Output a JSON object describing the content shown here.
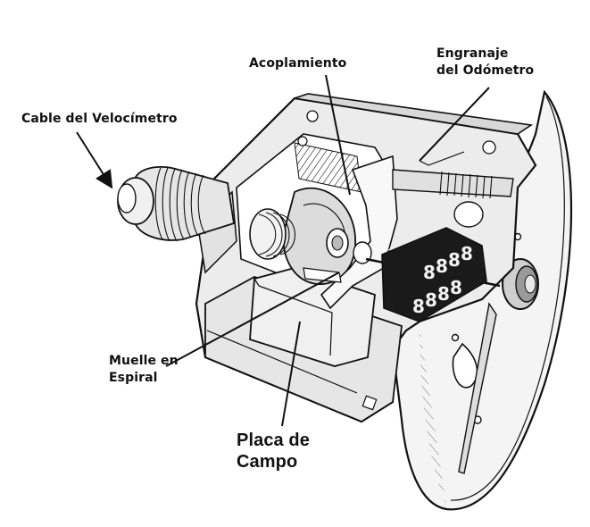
{
  "labels": {
    "cable": "Cable del Velocímetro",
    "acoplamiento": "Acoplamiento",
    "engranaje_line1": "Engranaje",
    "engranaje_line2": "del Odómetro",
    "muelle_line1": "Muelle en",
    "muelle_line2": "Espiral",
    "placa_line1": "Placa de",
    "placa_line2": "Campo"
  },
  "odometer_digits": [
    "8",
    "8",
    "8",
    "8"
  ],
  "colors": {
    "ink": "#111111",
    "background": "#ffffff",
    "shade": "#9a9a9a",
    "dark_fill": "#1a1a1a"
  }
}
